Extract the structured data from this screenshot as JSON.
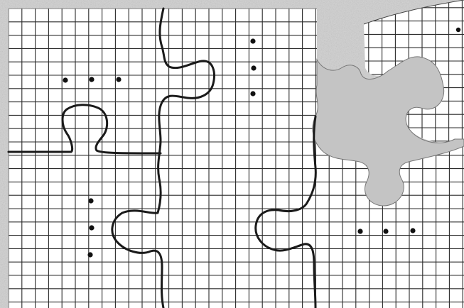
{
  "image": {
    "subject": "jigsaw-puzzle-on-grid-paper",
    "colors": {
      "background": "#cfcfcf",
      "paper": "#ffffff",
      "grid_line": "#2a2a2a",
      "piece_outline": "#1a1a1a",
      "missing_piece": "#c4c4c4",
      "dot": "#111111"
    },
    "dot_groups": [
      {
        "name": "top-left-row",
        "count": 3
      },
      {
        "name": "top-center-column",
        "count": 3
      },
      {
        "name": "bottom-left-column",
        "count": 3
      },
      {
        "name": "bottom-right-row",
        "count": 3
      }
    ],
    "missing_piece_count": 1
  }
}
